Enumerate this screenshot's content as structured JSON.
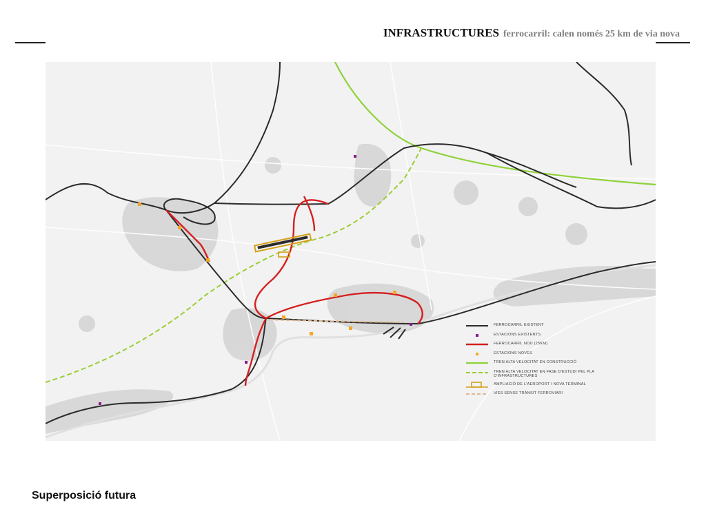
{
  "header": {
    "title": "INFRASTRUCTURES",
    "subtitle": "ferrocarril: calen només 25 km de via nova"
  },
  "colors": {
    "existing_rail": "#2b2b2b",
    "new_rail": "#d42020",
    "high_speed_construction": "#8fd13a",
    "high_speed_study": "#9acd32",
    "airport": "#d4a017",
    "existing_station": "#8b1a8b",
    "new_station": "#f5a623",
    "no_rail_traffic": "#e0b890",
    "urban_fill": "#cfcfcf",
    "background": "#f2f2f2"
  },
  "legend": [
    {
      "symbol": "existing-rail",
      "label": "Ferrocarril existent"
    },
    {
      "symbol": "existing-station",
      "label": "Estacions existents"
    },
    {
      "symbol": "new-rail",
      "label": "Ferrocarril nou (25Km)"
    },
    {
      "symbol": "new-station",
      "label": "Estacions noves"
    },
    {
      "symbol": "high-speed-construction",
      "label": "Tren alta velocitat en construcció"
    },
    {
      "symbol": "high-speed-study",
      "label": "Tren alta velocitat en fase d'estudi pel pla d'infrastructures"
    },
    {
      "symbol": "airport-expansion",
      "label": "Ampliació de l'aeroport i nova terminal"
    },
    {
      "symbol": "no-rail-traffic",
      "label": "Vies sense trànsit ferroviari"
    }
  ],
  "caption": "Superposició futura"
}
